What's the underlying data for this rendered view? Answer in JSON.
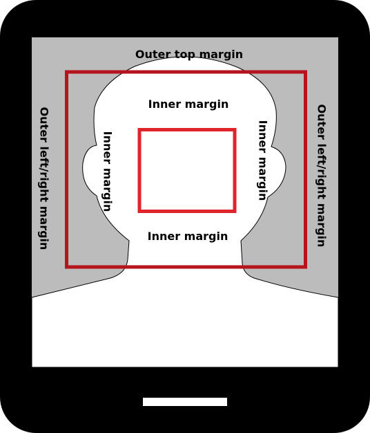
{
  "labels": {
    "outer_top": "Outer top margin",
    "outer_left": "Outer left/right margin",
    "outer_right": "Outer left/right margin",
    "inner_top": "Inner margin",
    "inner_left": "Inner margin",
    "inner_right": "Inner margin",
    "inner_bottom": "Inner margin"
  },
  "colors": {
    "device_body": "#000000",
    "screen_background": "#bcbcbc",
    "silhouette_fill": "#ffffff",
    "outer_frame": "#b5141c",
    "inner_frame": "#e0242c"
  }
}
